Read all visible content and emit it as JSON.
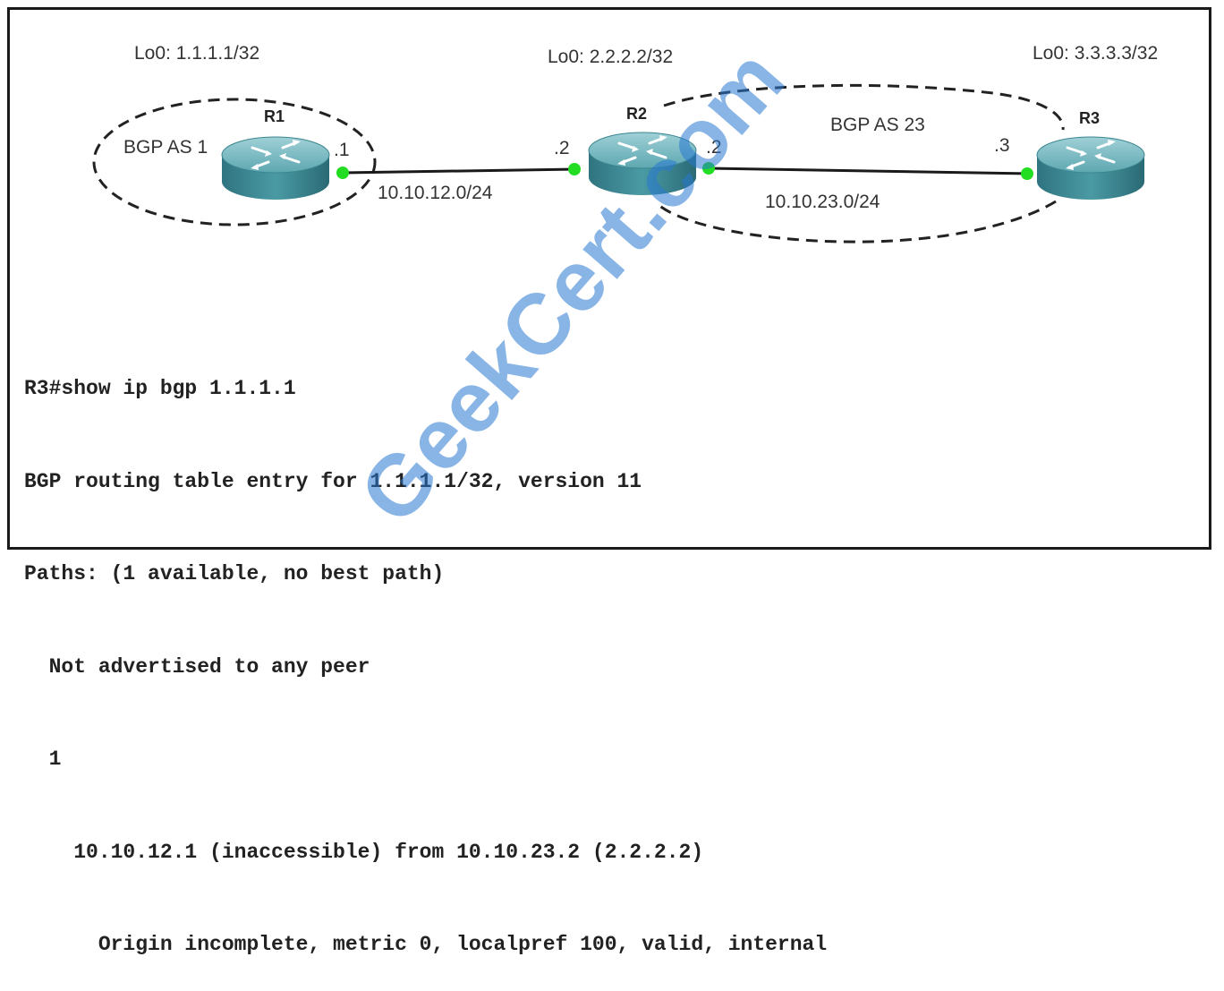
{
  "routers": [
    {
      "id": "R1",
      "loopback": "Lo0: 1.1.1.1/32"
    },
    {
      "id": "R2",
      "loopback": "Lo0: 2.2.2.2/32"
    },
    {
      "id": "R3",
      "loopback": "Lo0: 3.3.3.3/32"
    }
  ],
  "as_groups": {
    "as1": "BGP AS 1",
    "as23": "BGP AS 23"
  },
  "links": [
    {
      "subnet": "10.10.12.0/24",
      "left_host": ".1",
      "right_host": ".2"
    },
    {
      "subnet": "10.10.23.0/24",
      "left_host": ".2",
      "right_host": ".3"
    }
  ],
  "cli_output": [
    "R3#show ip bgp 1.1.1.1",
    "BGP routing table entry for 1.1.1.1/32, version 11",
    "Paths: (1 available, no best path)",
    "  Not advertised to any peer",
    "  1",
    "    10.10.12.1 (inaccessible) from 10.10.23.2 (2.2.2.2)",
    "      Origin incomplete, metric 0, localpref 100, valid, internal"
  ],
  "watermark": "GeekCert.com",
  "colors": {
    "router_body": "#3f8e98",
    "router_top": "#7fbcc4",
    "interface_dot": "#22dd22",
    "text": "#333333"
  }
}
